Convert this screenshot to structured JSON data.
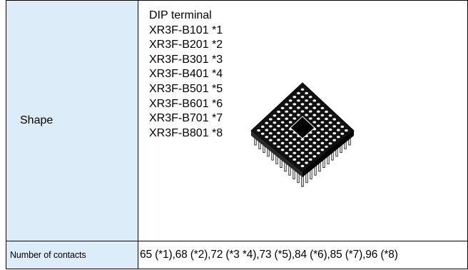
{
  "table": {
    "shape_label": "Shape",
    "shape_lines": [
      "DIP terminal",
      "XR3F-B101 *1",
      "XR3F-B201 *2",
      "XR3F-B301 *3",
      "XR3F-B401 *4",
      "XR3F-B501 *5",
      "XR3F-B601 *6",
      "XR3F-B701 *7",
      "XR3F-B801 *8"
    ],
    "contacts_label": "Number of contacts",
    "contacts_value": "65 (*1),68 (*2),72 (*3 *4),73 (*5),84 (*6),85 (*7),96 (*8)"
  },
  "colors": {
    "label_background": "#dcecf9",
    "border": "#000000"
  },
  "illustration": {
    "name": "pga-socket-illustration"
  }
}
